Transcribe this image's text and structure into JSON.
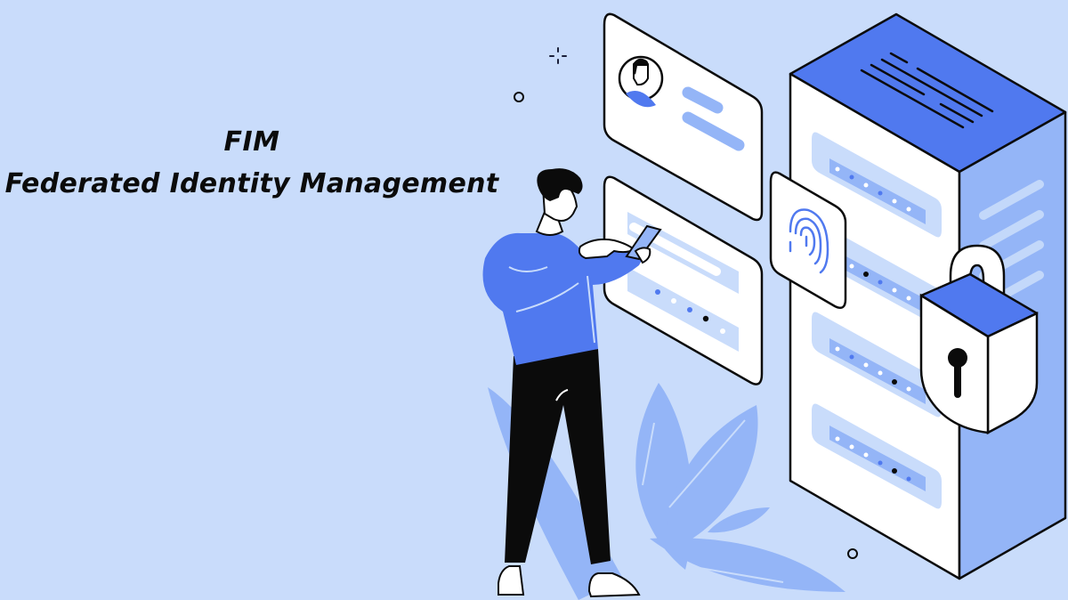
{
  "banner": {
    "title_abbreviation": "FIM",
    "title_full": "Federated Identity Management"
  },
  "illustration": {
    "subject": "person using smartphone beside isometric server with padlock, profile card, password card and fingerprint card",
    "elements": [
      "person-with-phone",
      "profile-card",
      "password-card",
      "fingerprint-card",
      "server-tower",
      "padlock",
      "leaf-decoration",
      "sparkle",
      "small-circles"
    ]
  },
  "colors": {
    "background": "#c9dcfb",
    "primary_blue": "#5079ef",
    "light_blue": "#94b5f7",
    "pale_blue": "#c9dcfb",
    "outline": "#0b0b0b",
    "white": "#ffffff"
  }
}
